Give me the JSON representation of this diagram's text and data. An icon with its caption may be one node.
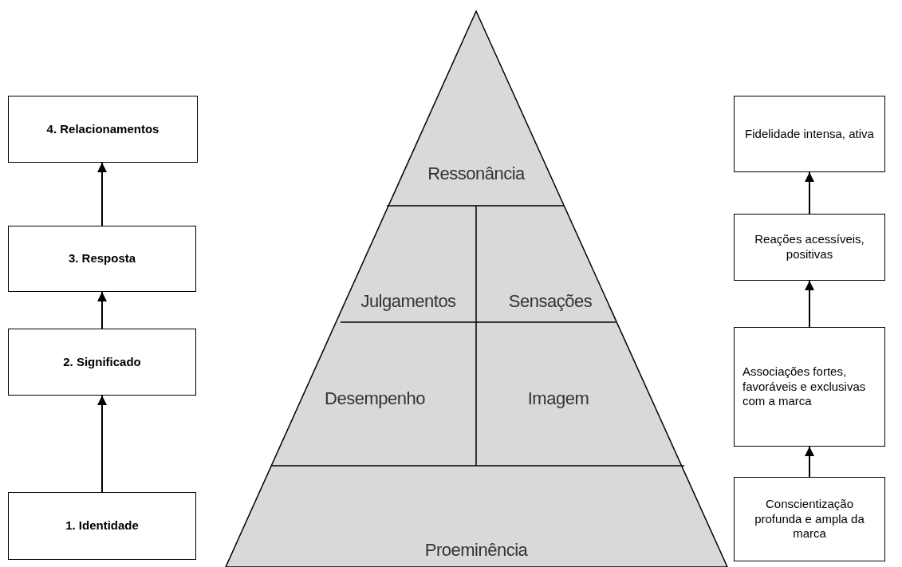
{
  "diagram": {
    "nodes": [
      {
        "text": [
          "4. Relacionamentos"
        ]
      },
      {
        "text": [
          "3. Resposta"
        ]
      },
      {
        "text": [
          "2. Significado"
        ]
      },
      {
        "text": [
          "1.  Identidade"
        ]
      },
      {
        "text": [
          "Ressonância"
        ]
      },
      {
        "text": [
          "Julgamentos"
        ]
      },
      {
        "text": [
          "Sensações"
        ]
      },
      {
        "text": [
          "Desempenho"
        ]
      },
      {
        "text": [
          "Imagem"
        ]
      },
      {
        "text": [
          "Proeminência"
        ]
      },
      {
        "text": [
          "Fidelidade intensa, ativa"
        ]
      },
      {
        "text": [
          "Reações acessíveis, positivas"
        ]
      },
      {
        "text": [
          "Associações fortes, favoráveis e exclusivas com a marca"
        ]
      },
      {
        "text": [
          "Conscientização profunda e ampla da marca"
        ]
      }
    ],
    "edges": [
      {
        "from": 3,
        "to": 2,
        "arrow": "to"
      },
      {
        "from": 2,
        "to": 1,
        "arrow": "to"
      },
      {
        "from": 1,
        "to": 0,
        "arrow": "to"
      },
      {
        "from": 13,
        "to": 12,
        "arrow": "to"
      },
      {
        "from": 12,
        "to": 11,
        "arrow": "to"
      },
      {
        "from": 11,
        "to": 10,
        "arrow": "to"
      }
    ]
  }
}
